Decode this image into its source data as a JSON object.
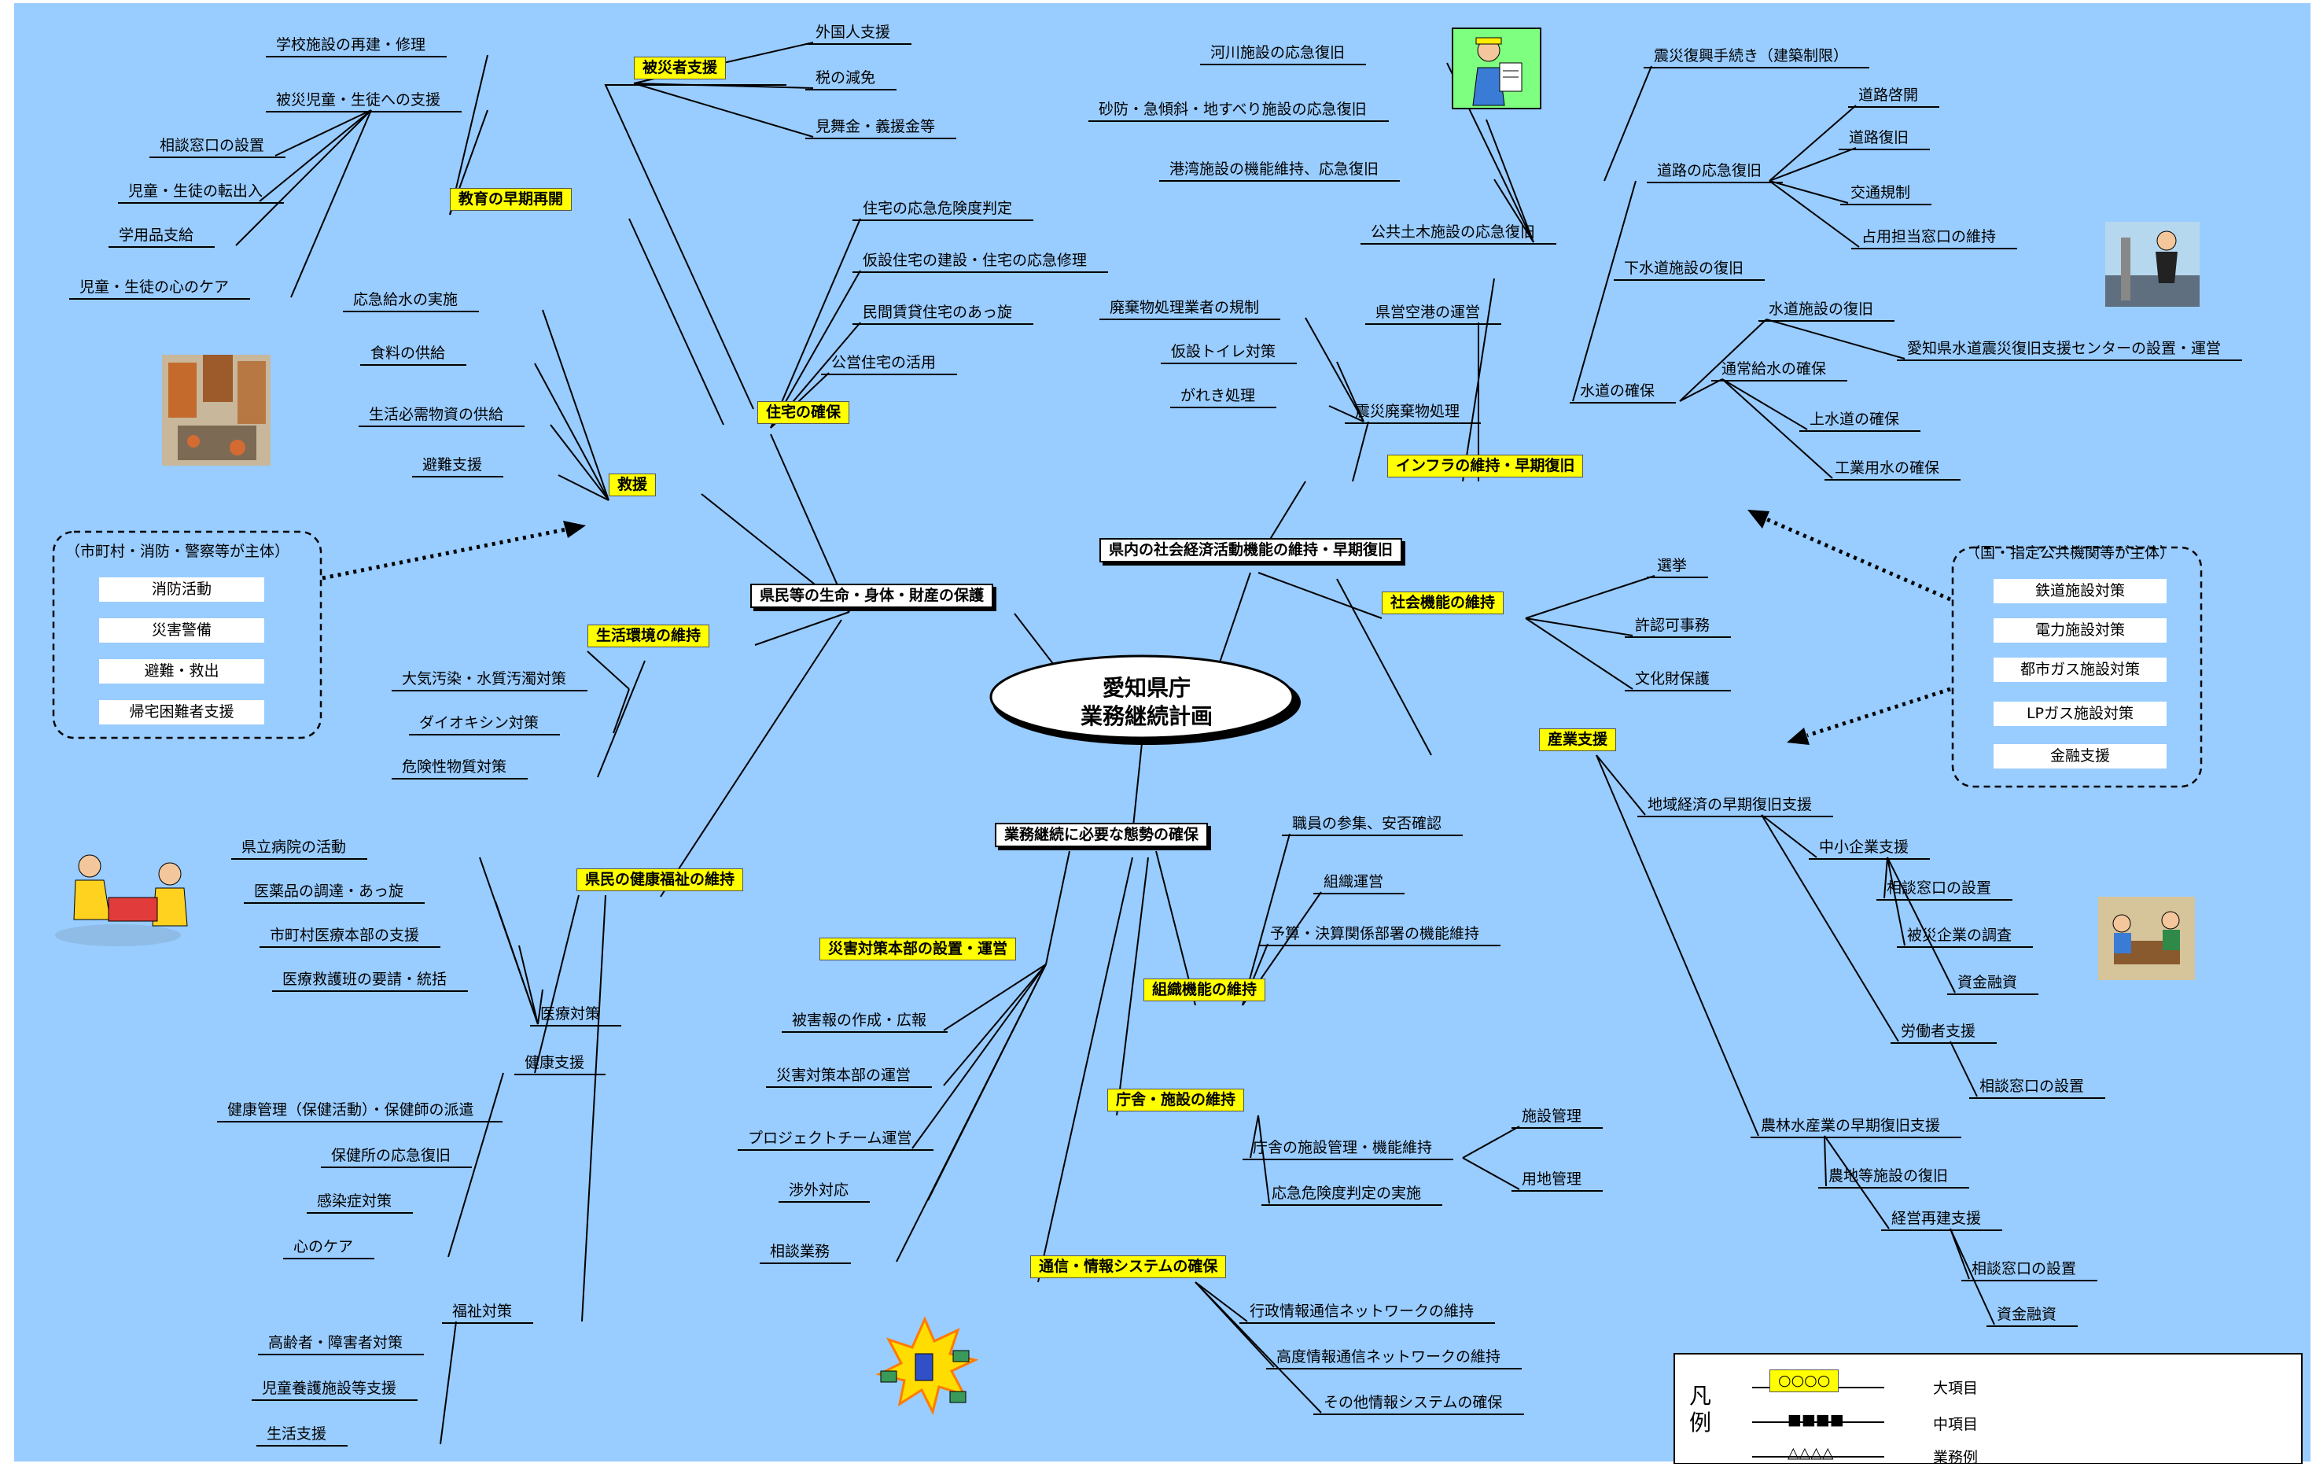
{
  "center": {
    "line1": "愛知県庁",
    "line2": "業務継続計画"
  },
  "labels": {
    "m_life": "県民等の生命・身体・財産の保護",
    "m_social": "県内の社会経済活動機能の維持・早期復旧",
    "m_gov": "業務継続に必要な態勢の確保",
    "y_hisai": "被災者支援",
    "y_kyoiku": "教育の早期再開",
    "y_jutaku": "住宅の確保",
    "y_kyuen": "救援",
    "y_seikatsu": "生活環境の維持",
    "y_kenko": "県民の健康福祉の維持",
    "y_infra": "インフラの維持・早期復旧",
    "y_shakai": "社会機能の維持",
    "y_sangyo": "産業支援",
    "y_saigai": "災害対策本部の設置・運営",
    "y_soshiki": "組織機能の維持",
    "y_chosha": "庁舎・施設の維持",
    "y_tsushin": "通信・情報システムの確保",
    "t_gaikoku": "外国人支援",
    "t_zei": "税の減免",
    "t_mimai": "見舞金・義援金等",
    "t_gakko": "学校施設の再建・修理",
    "t_hisaijido": "被災児童・生徒への支援",
    "t_sodan1": "相談窓口の設置",
    "t_tenshutsu": "児童・生徒の転出入",
    "t_gakuyo": "学用品支給",
    "t_kokoro1": "児童・生徒の心のケア",
    "t_kiken": "住宅の応急危険度判定",
    "t_kasetsu": "仮設住宅の建設・住宅の応急修理",
    "t_minkan": "民間賃貸住宅のあっ旋",
    "t_koei": "公営住宅の活用",
    "t_kyusui": "応急給水の実施",
    "t_shokuryo": "食料の供給",
    "t_busshi": "生活必需物資の供給",
    "t_hinan": "避難支援",
    "t_taiki": "大気汚染・水質汚濁対策",
    "t_dioxin": "ダイオキシン対策",
    "t_kikenbutsu": "危険性物質対策",
    "t_byoin": "県立病院の活動",
    "t_iyaku": "医薬品の調達・あっ旋",
    "t_shichoson": "市町村医療本部の支援",
    "t_kyugohan": "医療救護班の要請・統括",
    "t_iryo": "医療対策",
    "t_kenkoshien": "健康支援",
    "t_hoken": "健康管理（保健活動）・保健師の派遣",
    "t_hokenjo": "保健所の応急復旧",
    "t_kansen": "感染症対策",
    "t_kokoro2": "心のケア",
    "t_fukushi": "福祉対策",
    "t_koreisha": "高齢者・障害者対策",
    "t_jido": "児童養護施設等支援",
    "t_seikatsushien": "生活支援",
    "t_kasen": "河川施設の応急復旧",
    "t_sabo": "砂防・急傾斜・地すべり施設の応急復旧",
    "t_kowan": "港湾施設の機能維持、応急復旧",
    "t_kokyo": "公共土木施設の応急復旧",
    "t_kuko": "県営空港の運営",
    "t_haikibutsu": "廃棄物処理業者の規制",
    "t_toilet": "仮設トイレ対策",
    "t_gareki": "がれき処理",
    "t_shinsaihaiki": "震災廃棄物処理",
    "t_fukko": "震災復興手続き（建築制限）",
    "t_doro": "道路の応急復旧",
    "t_dorokeikai": "道路啓開",
    "t_dorofukkyu": "道路復旧",
    "t_kotsu": "交通規制",
    "t_senyo": "占用担当窓口の維持",
    "t_gesui": "下水道施設の復旧",
    "t_suido": "水道施設の復旧",
    "t_suidocenter": "愛知県水道震災復旧支援センターの設置・運営",
    "t_tsujokyusui": "通常給水の確保",
    "t_josui": "上水道の確保",
    "t_kogyo": "工業用水の確保",
    "t_mizu": "水道の確保",
    "t_senkyo": "選挙",
    "t_kyoninka": "許認可事務",
    "t_bunkazai": "文化財保護",
    "t_chiiki": "地域経済の早期復旧支援",
    "t_chusho": "中小企業支援",
    "t_sodan2": "相談窓口の設置",
    "t_chosa": "被災企業の調査",
    "t_yushi1": "資金融資",
    "t_rodo": "労働者支援",
    "t_sodan3": "相談窓口の設置",
    "t_norin": "農林水産業の早期復旧支援",
    "t_nochi": "農地等施設の復旧",
    "t_keiei": "経営再建支援",
    "t_sodan4": "相談窓口の設置",
    "t_yushi2": "資金融資",
    "t_higaiho": "被害報の作成・広報",
    "t_honbu": "災害対策本部の運営",
    "t_pt": "プロジェクトチーム運営",
    "t_shogai": "渉外対応",
    "t_sodangyomu": "相談業務",
    "t_sankyu": "職員の参集、安否確認",
    "t_soshikiunei": "組織運営",
    "t_yosan": "予算・決算関係部署の機能維持",
    "t_shisetsukanri": "庁舎の施設管理・機能維持",
    "t_okyukiken": "応急危険度判定の実施",
    "t_shisetsu": "施設管理",
    "t_yochi": "用地管理",
    "t_gyosei": "行政情報通信ネットワークの維持",
    "t_kodo": "高度情報通信ネットワークの維持",
    "t_sonota": "その他情報システムの確保"
  },
  "left_box": {
    "title": "（市町村・消防・警察等が主体）",
    "items": [
      "消防活動",
      "災害警備",
      "避難・救出",
      "帰宅困難者支援"
    ]
  },
  "right_box": {
    "title": "（国・指定公共機関等が主体）",
    "items": [
      "鉄道施設対策",
      "電力施設対策",
      "都市ガス施設対策",
      "LPガス施設対策",
      "金融支援"
    ]
  },
  "legend": {
    "title": "凡\n例",
    "title_chars": [
      "凡",
      "例"
    ],
    "l1_sym": "○○○○",
    "l1": "大項目",
    "l2_sym": "■■■■",
    "l2": "中項目",
    "l3_sym": "△△△△",
    "l3": "業務例"
  },
  "colors": {
    "background": "#99ccff",
    "major": "#ffff00",
    "line": "#000000"
  }
}
